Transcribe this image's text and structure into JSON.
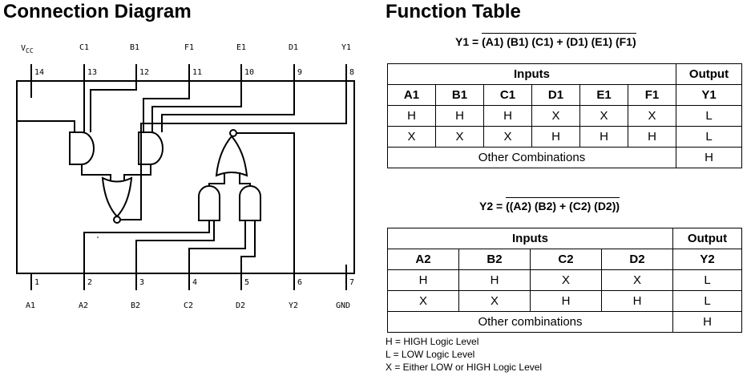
{
  "titles": {
    "connection": "Connection Diagram",
    "function": "Function Table"
  },
  "pins_top": [
    {
      "name": "VCC",
      "num": "14"
    },
    {
      "name": "C1",
      "num": "13"
    },
    {
      "name": "B1",
      "num": "12"
    },
    {
      "name": "F1",
      "num": "11"
    },
    {
      "name": "E1",
      "num": "10"
    },
    {
      "name": "D1",
      "num": "9"
    },
    {
      "name": "Y1",
      "num": "8"
    }
  ],
  "pins_bottom": [
    {
      "name": "A1",
      "num": "1"
    },
    {
      "name": "A2",
      "num": "2"
    },
    {
      "name": "B2",
      "num": "3"
    },
    {
      "name": "C2",
      "num": "4"
    },
    {
      "name": "D2",
      "num": "5"
    },
    {
      "name": "Y2",
      "num": "6"
    },
    {
      "name": "GND",
      "num": "7"
    }
  ],
  "table1": {
    "eq_lhs": "Y1 =",
    "eq_rhs": "(A1) (B1) (C1) + (D1) (E1) (F1)",
    "group_inputs": "Inputs",
    "group_output": "Output",
    "headers": [
      "A1",
      "B1",
      "C1",
      "D1",
      "E1",
      "F1",
      "Y1"
    ],
    "rows": [
      [
        "H",
        "H",
        "H",
        "X",
        "X",
        "X",
        "L"
      ],
      [
        "X",
        "X",
        "X",
        "H",
        "H",
        "H",
        "L"
      ]
    ],
    "other": {
      "label": "Other Combinations",
      "value": "H"
    }
  },
  "table2": {
    "eq_lhs": "Y2 =",
    "eq_rhs": "((A2) (B2) + (C2) (D2))",
    "group_inputs": "Inputs",
    "group_output": "Output",
    "headers": [
      "A2",
      "B2",
      "C2",
      "D2",
      "Y2"
    ],
    "rows": [
      [
        "H",
        "H",
        "X",
        "X",
        "L"
      ],
      [
        "X",
        "X",
        "H",
        "H",
        "L"
      ]
    ],
    "other": {
      "label": "Other combinations",
      "value": "H"
    }
  },
  "legend": [
    "H = HIGH Logic Level",
    "L = LOW Logic Level",
    "X = Either LOW or HIGH Logic Level"
  ]
}
